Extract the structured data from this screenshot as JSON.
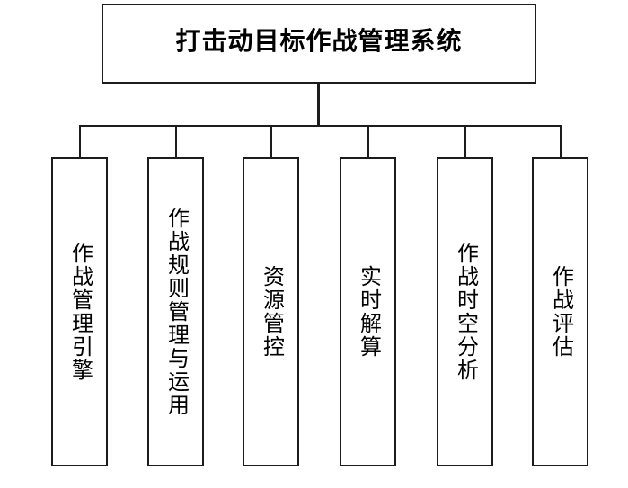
{
  "diagram": {
    "type": "hierarchy",
    "title": "打击动目标作战管理系统",
    "modules": [
      {
        "label": "作战管理引擎"
      },
      {
        "label": "作战规则管理与运用"
      },
      {
        "label": "资源管控"
      },
      {
        "label": "实时解算"
      },
      {
        "label": "作战时空分析"
      },
      {
        "label": "作战评估"
      }
    ],
    "colors": {
      "line": "#1c1c1c",
      "background": "#ffffff",
      "text": "#000000"
    }
  }
}
